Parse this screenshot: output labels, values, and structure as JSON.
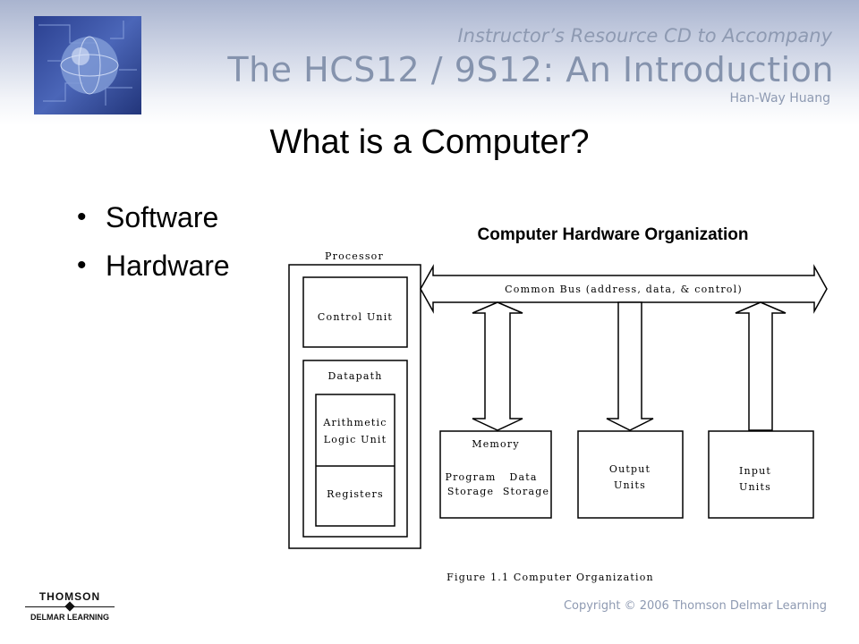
{
  "header": {
    "subtitle": "Instructor’s Resource CD to Accompany",
    "title": "The HCS12 / 9S12: An Introduction",
    "author": "Han-Way Huang"
  },
  "slide": {
    "title": "What is a Computer?",
    "bullets": [
      "Software",
      "Hardware"
    ]
  },
  "diagram": {
    "heading": "Computer Hardware Organization",
    "processor_label": "Processor",
    "control_unit": "Control Unit",
    "datapath": "Datapath",
    "alu_line1": "Arithmetic",
    "alu_line2": "Logic Unit",
    "registers": "Registers",
    "common_bus": "Common Bus (address, data, & control)",
    "memory": "Memory",
    "program_storage_line1": "Program",
    "program_storage_line2": "Storage",
    "data_storage_line1": "Data",
    "data_storage_line2": "Storage",
    "output_line1": "Output",
    "output_line2": "Units",
    "input_line1": "Input",
    "input_line2": "Units",
    "caption": "Figure 1.1 Computer Organization"
  },
  "footer": {
    "publisher": "THOMSON",
    "imprint": "DELMAR LEARNING",
    "copyright": "Copyright © 2006 Thomson Delmar Learning"
  }
}
